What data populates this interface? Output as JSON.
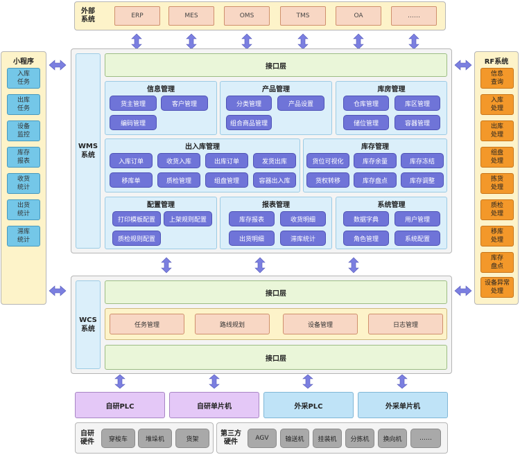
{
  "external": {
    "title": "外部\n系统",
    "items": [
      "ERP",
      "MES",
      "OMS",
      "TMS",
      "OA",
      "……"
    ]
  },
  "mini_program": {
    "title": "小程序",
    "items": [
      "入库\n任务",
      "出库\n任务",
      "设备\n监控",
      "库存\n报表",
      "收货\n统计",
      "出货\n统计",
      "滞库\n统计"
    ]
  },
  "rf": {
    "title": "RF系统",
    "items": [
      "信息\n查询",
      "入库\n处理",
      "出库\n处理",
      "组盘\n处理",
      "拣货\n处理",
      "质检\n处理",
      "移库\n处理",
      "库存\n盘点",
      "设备异常\n处理"
    ]
  },
  "wms": {
    "label": "WMS\n系统",
    "interface": "接口层",
    "info": {
      "title": "信息管理",
      "items": [
        "货主管理",
        "客户管理",
        "编码管理"
      ]
    },
    "product": {
      "title": "产品管理",
      "items": [
        "分类管理",
        "产品设置",
        "组合商品管理"
      ]
    },
    "warehouse": {
      "title": "库房管理",
      "items": [
        "仓库管理",
        "库区管理",
        "储位管理",
        "容器管理"
      ]
    },
    "inout": {
      "title": "出入库管理",
      "items": [
        "入库订单",
        "收货入库",
        "出库订单",
        "发货出库",
        "移库单",
        "质检管理",
        "组盘管理",
        "容器出入库"
      ]
    },
    "inventory": {
      "title": "库存管理",
      "items": [
        "货位可视化",
        "库存余量",
        "库存冻结",
        "货权转移",
        "库存盘点",
        "库存调整"
      ]
    },
    "config": {
      "title": "配置管理",
      "items": [
        "打印模板配置",
        "上架规则配置",
        "质检规则配置"
      ]
    },
    "report": {
      "title": "报表管理",
      "items": [
        "库存报表",
        "收货明细",
        "出货明细",
        "滞库统计"
      ]
    },
    "system": {
      "title": "系统管理",
      "items": [
        "数据字典",
        "用户管理",
        "角色管理",
        "系统配置"
      ]
    }
  },
  "wcs": {
    "label": "WCS\n系统",
    "interface_top": "接口层",
    "tasks": [
      "任务管理",
      "路线规划",
      "设备管理",
      "日志管理"
    ],
    "interface_bottom": "接口层"
  },
  "controllers": [
    "自研PLC",
    "自研单片机",
    "外采PLC",
    "外采单片机"
  ],
  "self_hw": {
    "title": "自研\n硬件",
    "items": [
      "穿梭车",
      "堆垛机",
      "货架"
    ]
  },
  "third_hw": {
    "title": "第三方\n硬件",
    "items": [
      "AGV",
      "输送机",
      "挂装机",
      "分拣机",
      "换向机",
      "……"
    ]
  },
  "colors": {
    "ext_bg": "#f8d7c4",
    "module_pill": "#6f74d8",
    "panel_blue": "#dbeffa",
    "interface_green": "#eaf6d9",
    "mini_box": "#74c7e8",
    "rf_box": "#f3982a",
    "plc_purple": "#e4c8f7",
    "plc_blue": "#bfe3f7",
    "arrow": "#7b7fe0"
  }
}
